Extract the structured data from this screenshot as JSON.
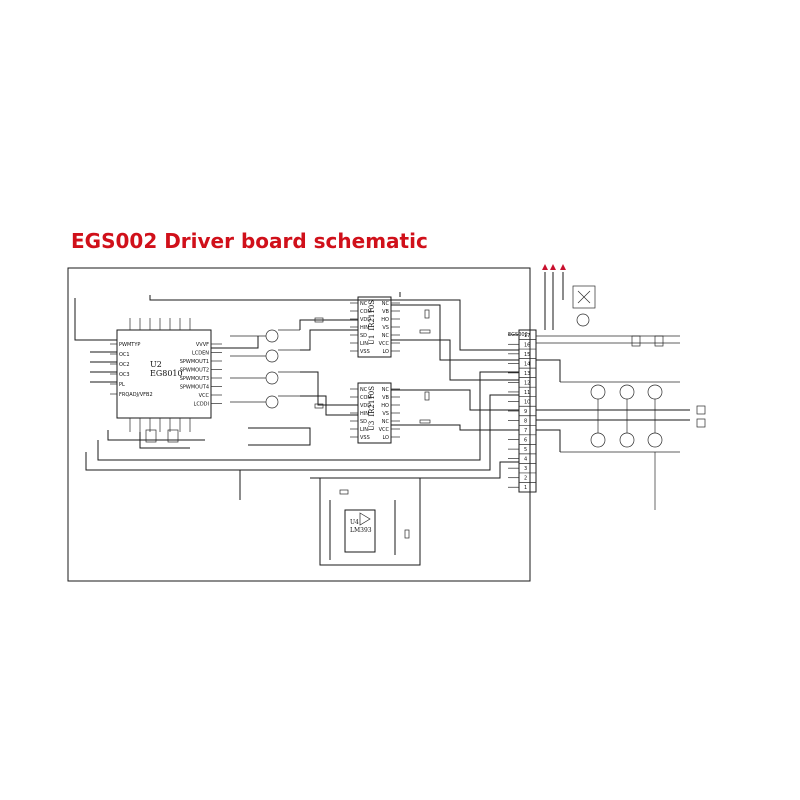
{
  "title": "EGS002 Driver board schematic",
  "colors": {
    "title": "#d0101a",
    "lines": "#1a1a1a",
    "accent": "#c8102e"
  },
  "chips": {
    "u2": {
      "ref": "U2",
      "part": "EG8010",
      "pins_left": [
        "PWMTYP",
        "OC1",
        "OC2",
        "OC3",
        "PL",
        "FRQADJ/VFB2"
      ],
      "pins_right": [
        "VVVF",
        "LCDEN",
        "SPWMOUT1",
        "SPWMOUT2",
        "SPWMOUT3",
        "SPWMOUT4",
        "VCC",
        "LCDDI"
      ]
    },
    "u1": {
      "ref": "U1",
      "part": "IR2110S",
      "pins_left": [
        "NC",
        "COM",
        "VDD",
        "HIN",
        "SD",
        "LIN",
        "VSS"
      ],
      "pins_right": [
        "NC",
        "VB",
        "HO",
        "VS",
        "NC",
        "VCC",
        "LO"
      ]
    },
    "u3": {
      "ref": "U3",
      "part": "IR2110S",
      "pins_left": [
        "NC",
        "COM",
        "VDD",
        "HIN",
        "SD",
        "LIN",
        "VSS"
      ],
      "pins_right": [
        "NC",
        "VB",
        "HO",
        "VS",
        "NC",
        "VCC",
        "LO"
      ]
    },
    "u4": {
      "ref": "U4",
      "part": "LM393"
    }
  },
  "connector": {
    "label_top": "EGS002",
    "pins": [
      "17",
      "16",
      "15",
      "14",
      "13",
      "12",
      "11",
      "10",
      "9",
      "8",
      "7",
      "6",
      "5",
      "4",
      "3",
      "2",
      "1"
    ]
  }
}
